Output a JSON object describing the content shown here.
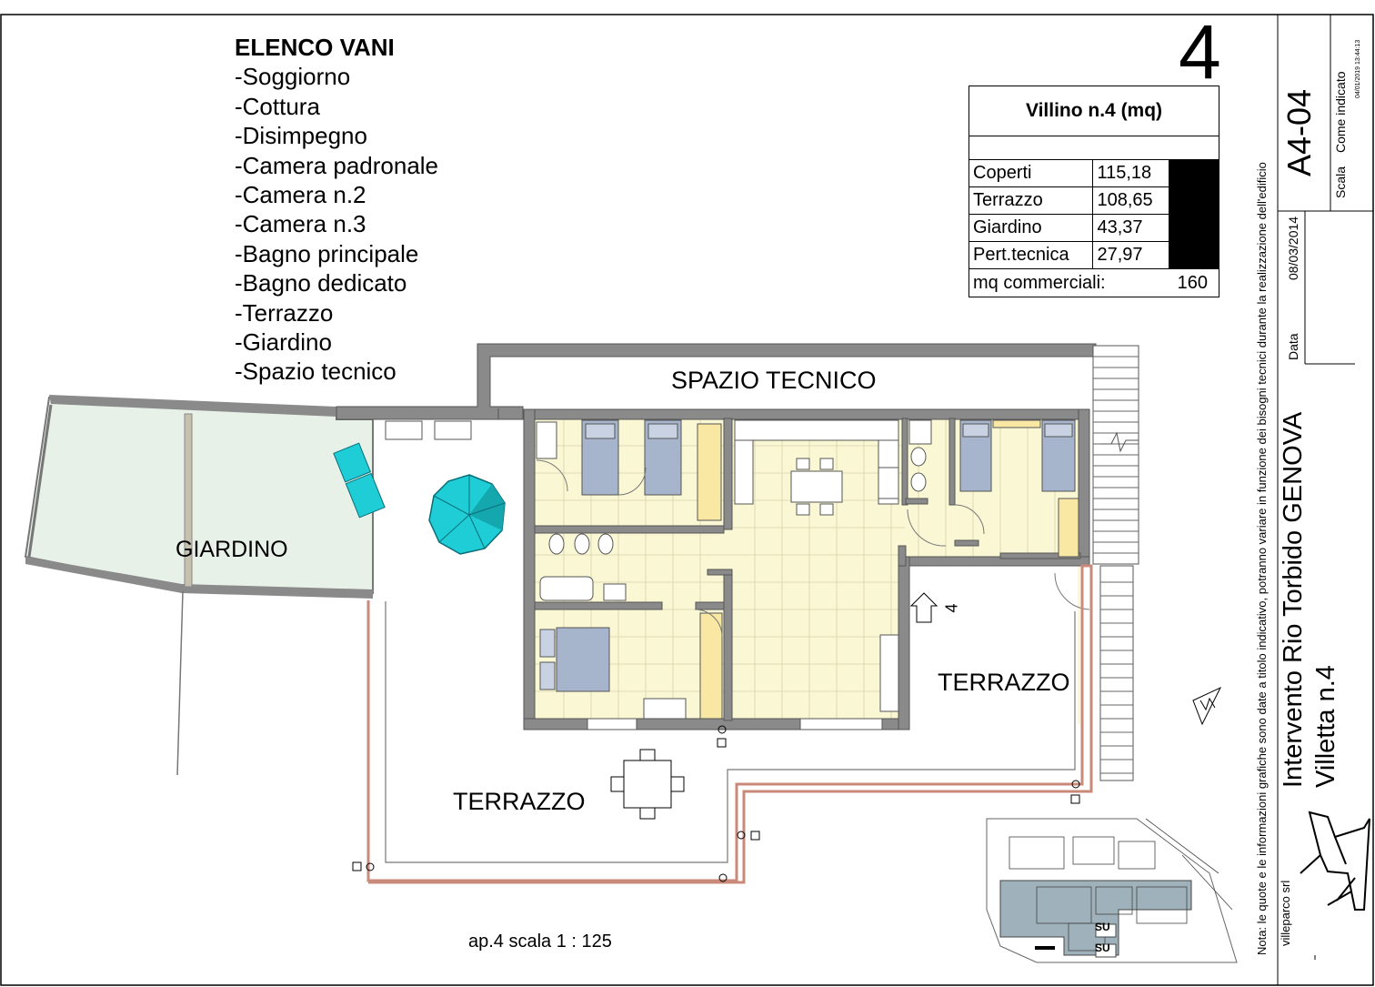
{
  "room_list": {
    "title": "ELENCO VANI",
    "items": [
      "-Soggiorno",
      "-Cottura",
      "-Disimpegno",
      "-Camera padronale",
      "-Camera n.2",
      "-Camera n.3",
      "-Bagno principale",
      "-Bagno dedicato",
      "-Terrazzo",
      "-Giardino",
      "-Spazio tecnico"
    ]
  },
  "sheet_number": "4",
  "area_table": {
    "title": "Villino n.4 (mq)",
    "rows": [
      {
        "label": "Coperti",
        "value": "115,18"
      },
      {
        "label": "Terrazzo",
        "value": "108,65"
      },
      {
        "label": "Giardino",
        "value": "43,37"
      },
      {
        "label": "Pert.tecnica",
        "value": "27,97"
      }
    ],
    "footer_label": "mq commerciali:",
    "footer_value": "160"
  },
  "plan_labels": {
    "spazio_tecnico": "SPAZIO TECNICO",
    "giardino": "GIARDINO",
    "terrazzo_east": "TERRAZZO",
    "terrazzo_south": "TERRAZZO",
    "entrance_marker": "4",
    "site_su_1": "SU",
    "site_su_2": "SU"
  },
  "scale_note": "ap.4  scala 1 : 125",
  "title_block": {
    "note": "Nota: le quote e le informazioni grafiche sono date a titolo indicativo, potranno variare in funzione dei bisogni tecnici  durante la realizzazione dell'edificio",
    "company": "villeparco srl",
    "project_line1": "Intervento Rio Torbido GENOVA",
    "project_line2": "Villetta n.4",
    "date_label": "Data",
    "date_value": "08/03/2014",
    "drawing_code": "A4-04",
    "scale_label": "Scala",
    "scale_value": "Come indicato",
    "print_stamp": "04/01/2019 13:44:13"
  },
  "colors": {
    "wall": "#888888",
    "floor": "#faf7d4",
    "garden": "#e8f1e8",
    "bed": "#a6b4cc",
    "wardrobe": "#f8e8a4",
    "parapet": "#c98a7a",
    "umbrella": "#1ecdd6",
    "site_shade": "#9fb2bb"
  }
}
